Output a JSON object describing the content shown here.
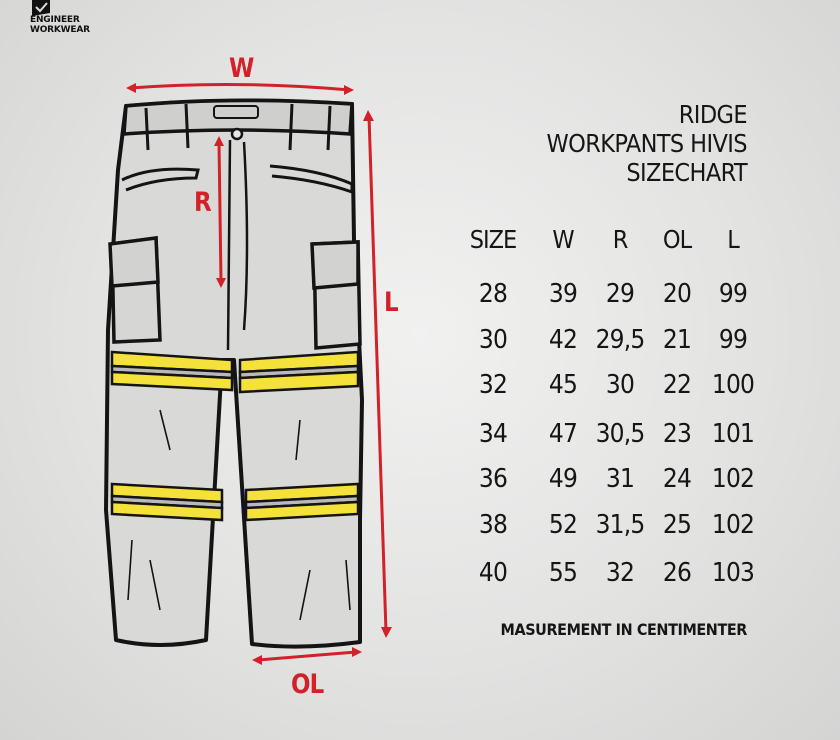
{
  "brand": {
    "name_line1": "ENGINEER",
    "name_line2": "WORKWEAR"
  },
  "title": {
    "line1": "RIDGE",
    "line2": "WORKPANTS HIVIS",
    "line3": "SIZECHART"
  },
  "labels": {
    "w": "W",
    "r": "R",
    "l": "L",
    "ol": "OL"
  },
  "colors": {
    "measure_red": "#d3212a",
    "hivis_yellow": "#f4e23b",
    "reflective_grey": "#b9b9b9",
    "ink": "#161616"
  },
  "table": {
    "headers": [
      "SIZE",
      "W",
      "R",
      "OL",
      "L"
    ],
    "rows": [
      [
        "28",
        "39",
        "29",
        "20",
        "99"
      ],
      [
        "30",
        "42",
        "29,5",
        "21",
        "99"
      ],
      [
        "32",
        "45",
        "30",
        "22",
        "100"
      ],
      [
        "34",
        "47",
        "30,5",
        "23",
        "101"
      ],
      [
        "36",
        "49",
        "31",
        "24",
        "102"
      ],
      [
        "38",
        "52",
        "31,5",
        "25",
        "102"
      ],
      [
        "40",
        "55",
        "32",
        "26",
        "103"
      ]
    ]
  },
  "note": "MASUREMENT IN CENTIMENTER"
}
